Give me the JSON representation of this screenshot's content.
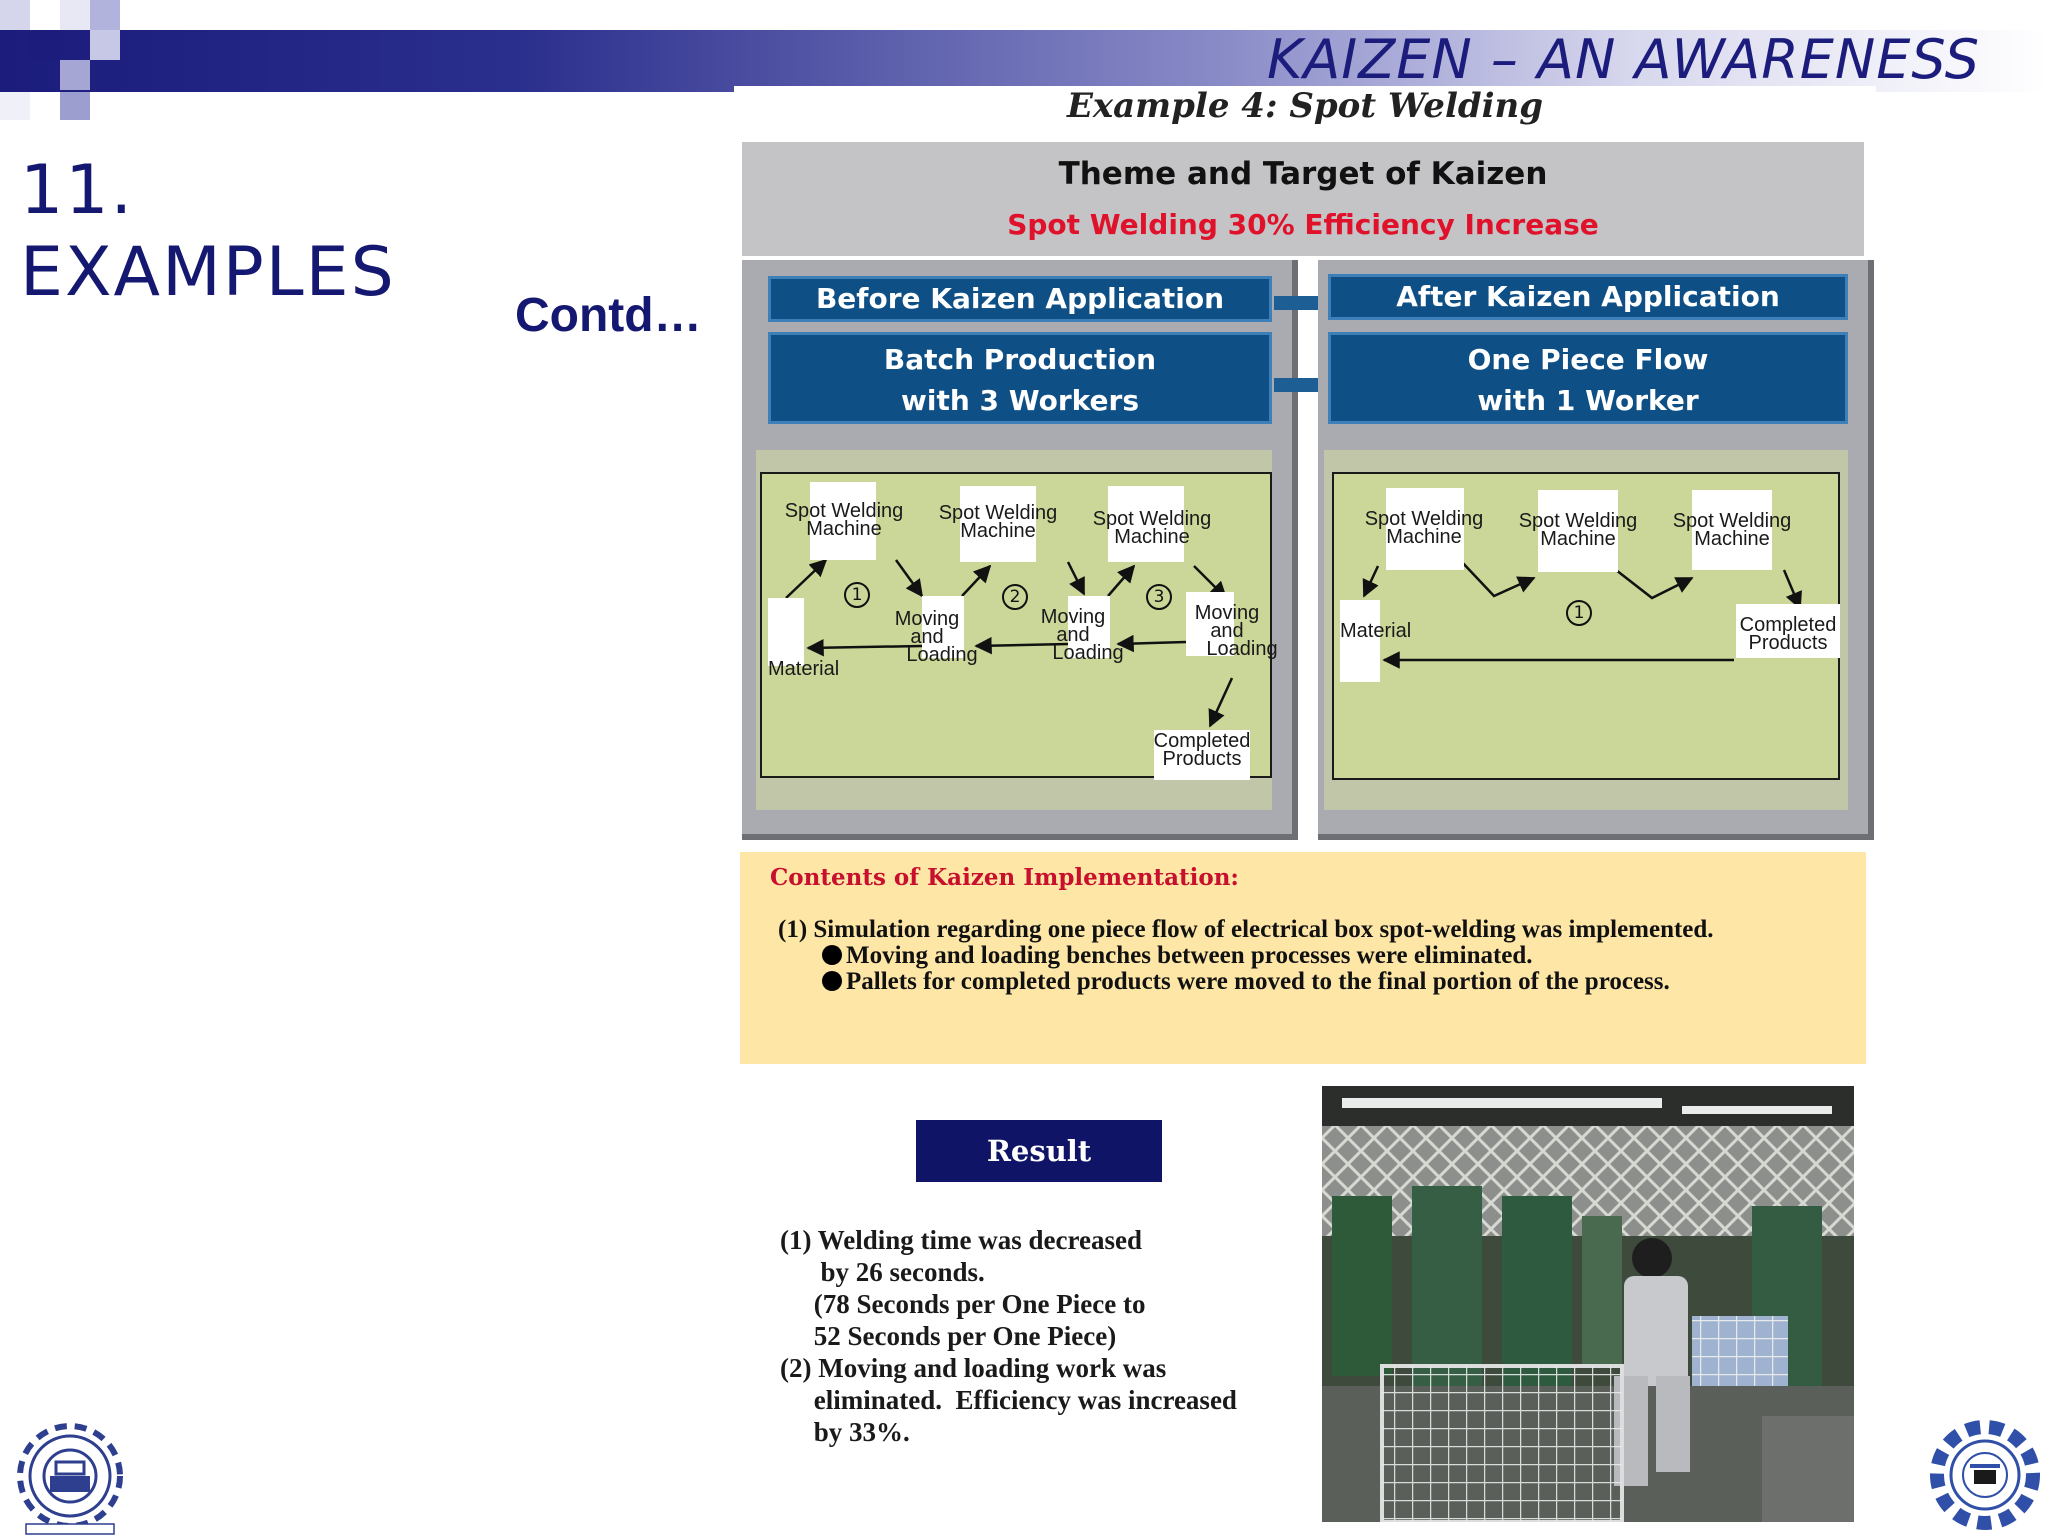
{
  "header": {
    "title": "KAIZEN – AN AWARENESS",
    "accent_color": "#1b1c7c"
  },
  "slide": {
    "heading_line1": "11.",
    "heading_line2": "EXAMPLES",
    "contd": "Contd…"
  },
  "figure": {
    "title": "Example 4:  Spot Welding",
    "theme": {
      "title": "Theme and Target of Kaizen",
      "target": "Spot Welding  30% Efficiency Increase"
    },
    "before": {
      "title": "Before Kaizen Application",
      "sub1": "Batch Production",
      "sub2": "with 3 Workers",
      "machine_label1": "Spot Welding",
      "machine_label2": "Machine",
      "moving1": "Moving",
      "moving2": "and",
      "moving3": "Loading",
      "material": "Material",
      "completed1": "Completed",
      "completed2": "Products",
      "step1": "1",
      "step2": "2",
      "step3": "3"
    },
    "after": {
      "title": "After Kaizen Application",
      "sub1": "One Piece Flow",
      "sub2": "with 1 Worker",
      "machine_label1": "Spot Welding",
      "machine_label2": "Machine",
      "material": "Material",
      "completed1": "Completed",
      "completed2": "Products",
      "step1": "1"
    },
    "contents": {
      "title": "Contents of Kaizen Implementation:",
      "line1": "(1) Simulation regarding one piece flow of electrical box spot-welding was implemented.",
      "line2": "Moving and loading benches between processes were eliminated.",
      "line3": "Pallets for completed products were moved to the final portion of the process."
    },
    "result": {
      "label": "Result",
      "text": "(1) Welding time was decreased\n      by 26 seconds.\n     (78 Seconds per One Piece to\n     52 Seconds per One Piece)\n(2) Moving and loading work was\n     eliminated.  Efficiency was increased\n     by 33%."
    }
  }
}
